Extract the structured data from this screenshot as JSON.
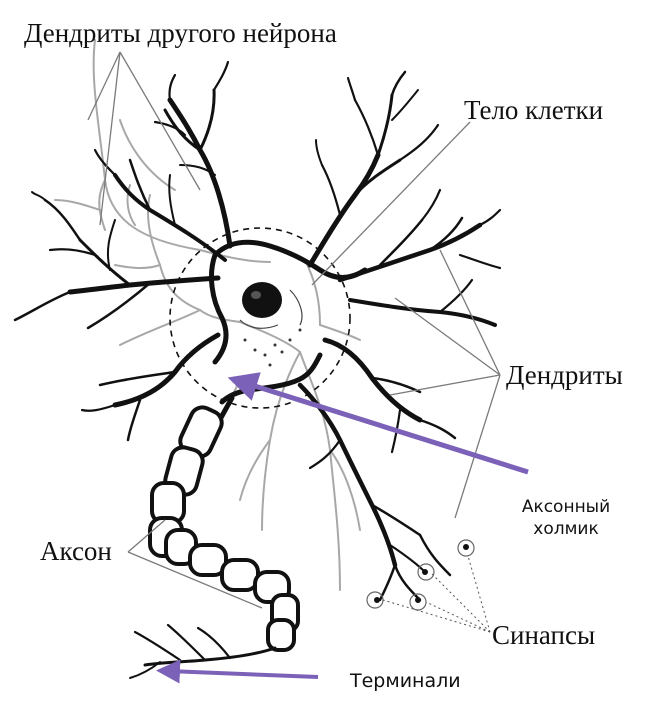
{
  "labels": {
    "other_dendrites": "Дендриты другого нейрона",
    "cell_body": "Тело клетки",
    "dendrites": "Дендриты",
    "axon_hillock_line1": "Аксонный",
    "axon_hillock_line2": "холмик",
    "axon": "Аксон",
    "synapses": "Синапсы",
    "terminals": "Терминали"
  },
  "colors": {
    "neuron": "#111111",
    "other_neuron": "#a8a8a8",
    "pointer_lines": "#7a7a7a",
    "arrow": "#7b62b8"
  }
}
